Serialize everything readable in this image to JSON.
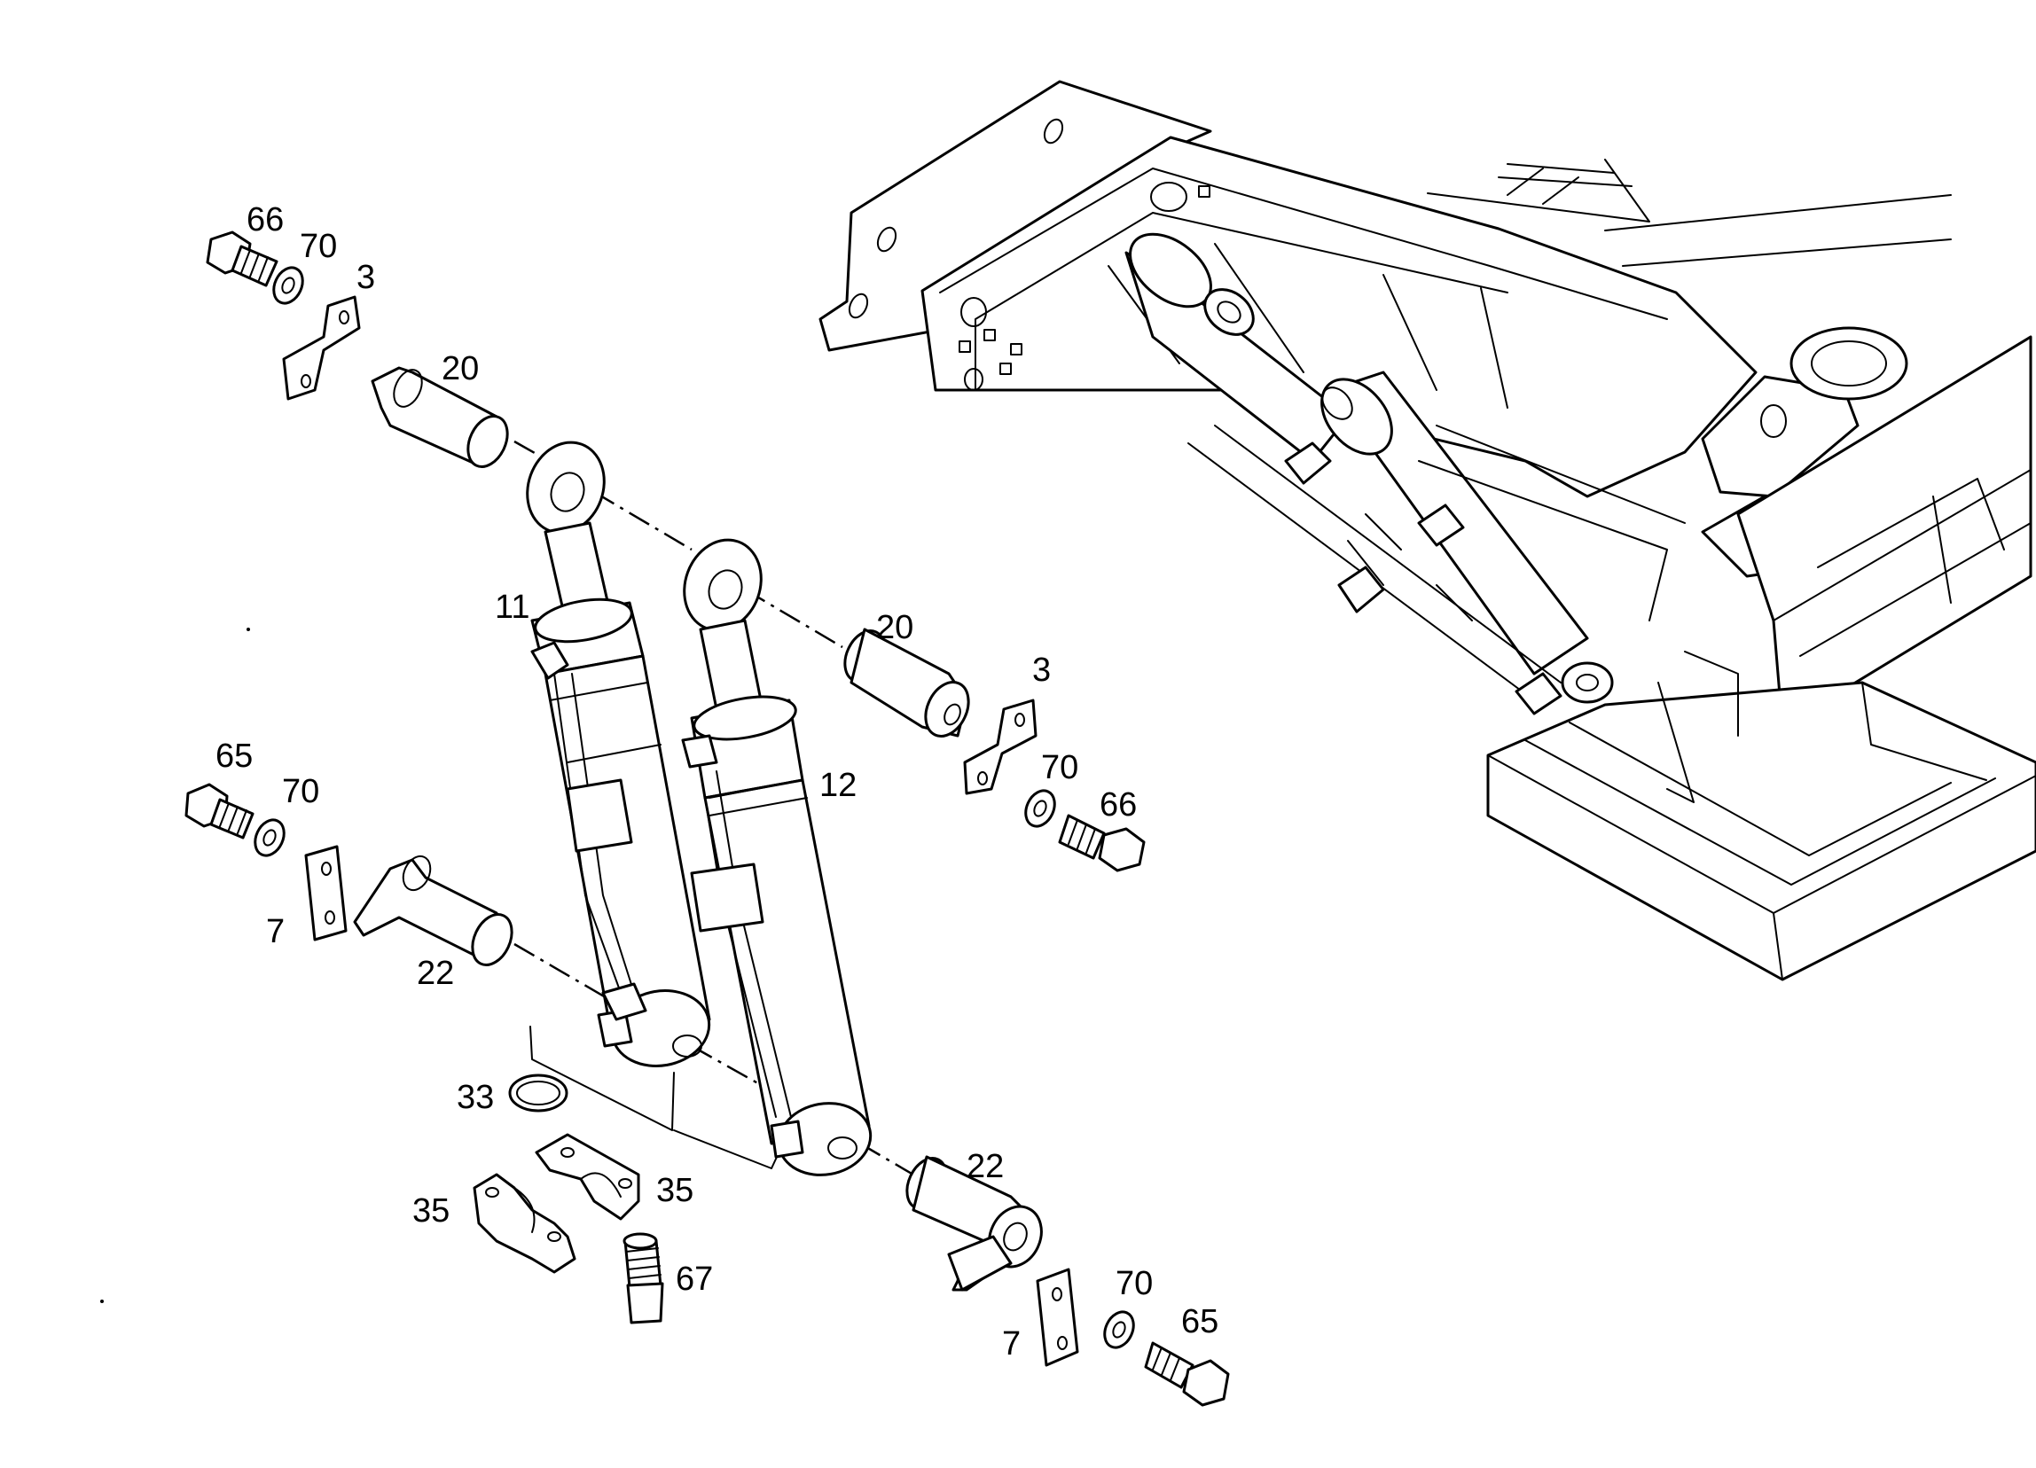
{
  "labels": {
    "p66_top": "66",
    "p70_top": "70",
    "p3_top": "3",
    "p20_top": "20",
    "p11": "11",
    "p20_mid": "20",
    "p3_mid": "3",
    "p12": "12",
    "p70_mid": "70",
    "p66_mid": "66",
    "p65_left": "65",
    "p70_left": "70",
    "p7_left": "7",
    "p22_left": "22",
    "p33": "33",
    "p35_left": "35",
    "p35_right": "35",
    "p67": "67",
    "p22_right": "22",
    "p7_right": "7",
    "p70_right": "70",
    "p65_right": "65"
  }
}
